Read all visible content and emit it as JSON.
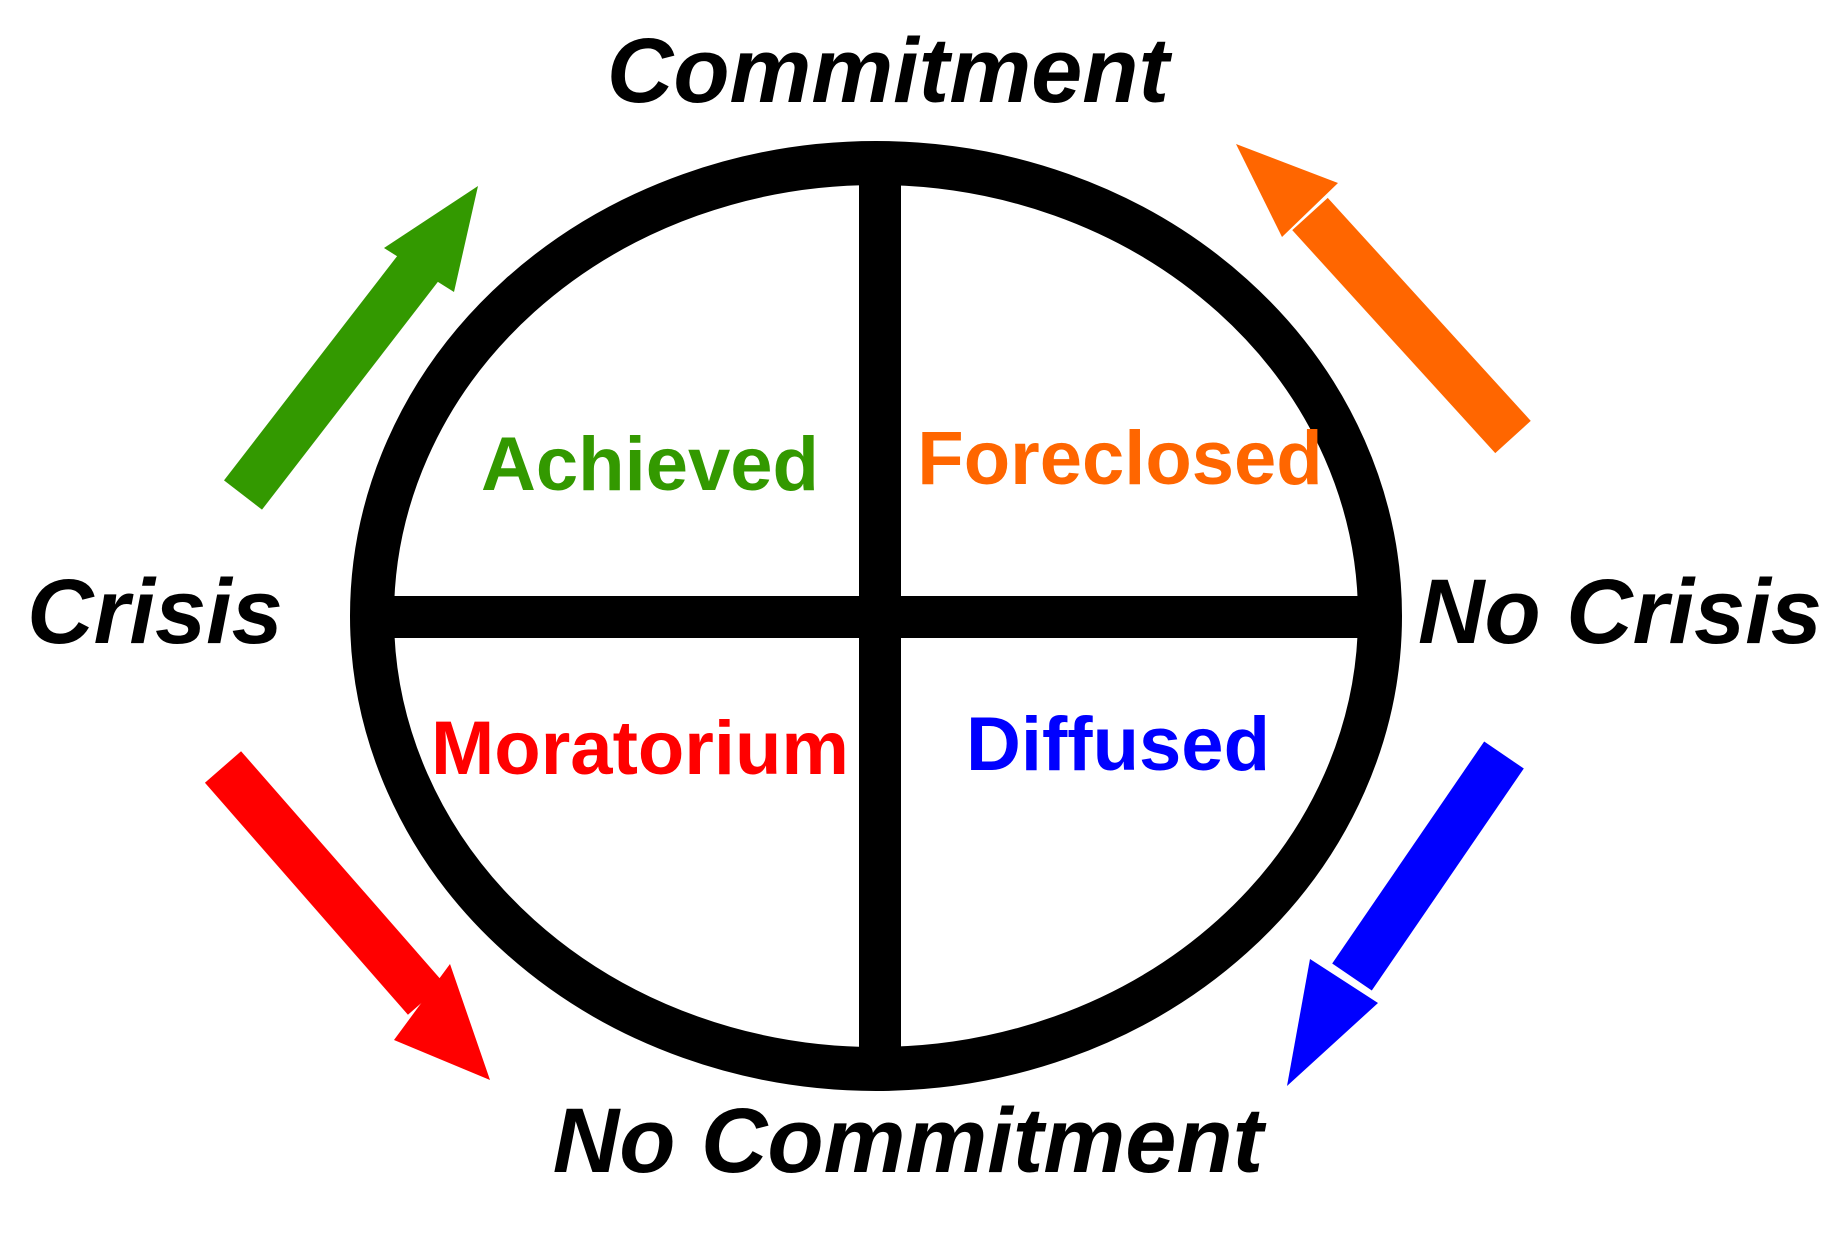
{
  "colors": {
    "achieved": "#339900",
    "foreclosed": "#ff6600",
    "moratorium": "#ff0000",
    "diffused": "#0000ff",
    "outline": "#000000",
    "axis_text": "#000000"
  },
  "axes": {
    "top": "Commitment",
    "bottom": "No Commitment",
    "left": "Crisis",
    "right": "No Crisis"
  },
  "quadrants": {
    "achieved": "Achieved",
    "foreclosed": "Foreclosed",
    "moratorium": "Moratorium",
    "diffused": "Diffused"
  }
}
